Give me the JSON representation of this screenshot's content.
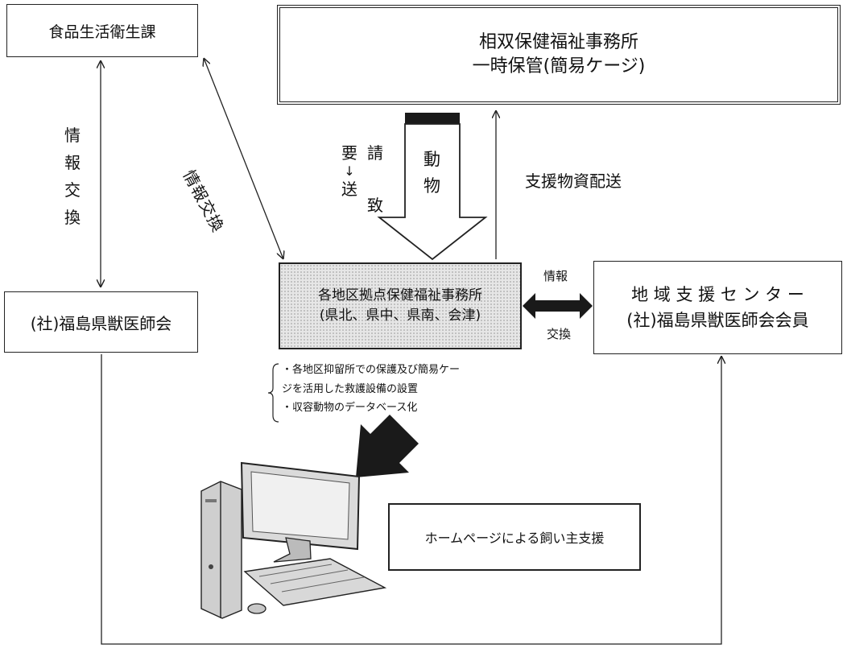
{
  "nodes": {
    "food_hygiene_division": "食品生活衛生課",
    "soso_office_line1": "相双保健福祉事務所",
    "soso_office_line2": "一時保管(簡易ケージ)",
    "vet_association": "(社)福島県獣医師会",
    "regional_office_line1": "各地区拠点保健福祉事務所",
    "regional_office_line2": "(県北、県中、県南、会津)",
    "support_center_line1": "地 域 支 援 セ ン タ ー",
    "support_center_line2": "(社)福島県獣医師会会員",
    "homepage_support": "ホームページによる飼い主支援"
  },
  "edges": {
    "info_exchange_vertical": [
      "情",
      "報",
      "交",
      "換"
    ],
    "info_exchange_diagonal": "情報交換",
    "request_col1": [
      "要",
      "↓",
      "送"
    ],
    "request_col2": [
      "請",
      "致"
    ],
    "animals": [
      "動",
      "物"
    ],
    "supply_delivery": "支援物資配送",
    "info_label": "情報",
    "exchange_label": "交換"
  },
  "notes": [
    "・各地区抑留所での保護及び簡易ケー",
    "ジを活用した救護設備の設置",
    "・収容動物のデータベース化"
  ],
  "colors": {
    "line": "#222222",
    "arrow_fill": "#1a1a1a",
    "shaded_box": "#e6e6e6"
  },
  "icons": [
    "cat-silhouette",
    "dog-silhouette",
    "desktop-computer"
  ]
}
